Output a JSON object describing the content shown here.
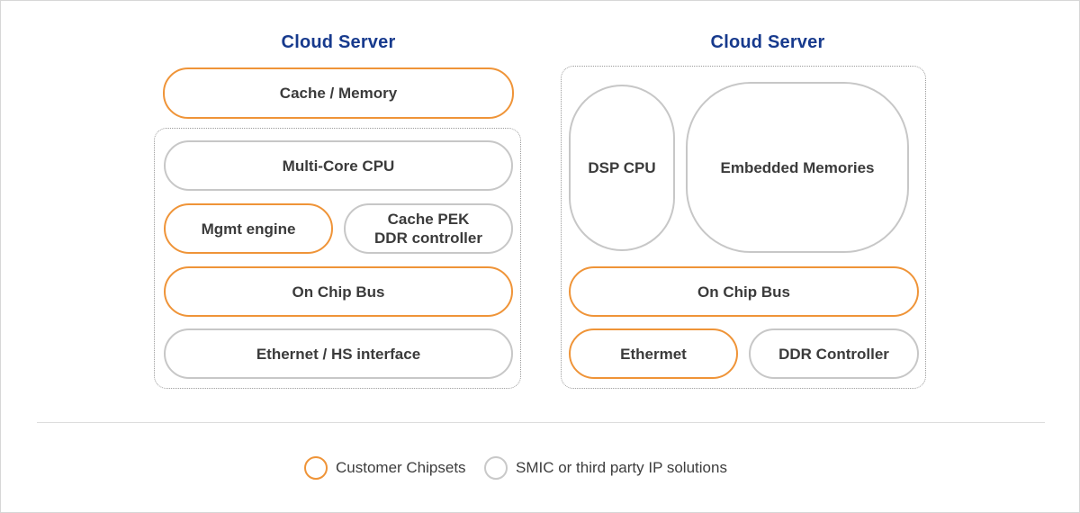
{
  "colors": {
    "customer_chipset_accent": "#EF9438",
    "smic_third_party_accent": "#C9C9C9",
    "server_title_blue": "#173A8D",
    "node_text": "#3b3b3b",
    "divider_gray": "#dddddd"
  },
  "servers": [
    {
      "title": "Cloud Server",
      "blocks": [
        {
          "label": "Cache / Memory",
          "type": "customer-chipset"
        },
        {
          "label": "Multi-Core CPU",
          "type": "smic-or-third-party"
        },
        {
          "label": "Mgmt engine",
          "type": "customer-chipset"
        },
        {
          "label_line1": "Cache PEK",
          "label_line2": "DDR controller",
          "type": "smic-or-third-party"
        },
        {
          "label": "On Chip Bus",
          "type": "customer-chipset"
        },
        {
          "label": "Ethernet / HS interface",
          "type": "smic-or-third-party"
        }
      ]
    },
    {
      "title": "Cloud Server",
      "blocks": [
        {
          "label": "DSP CPU",
          "type": "smic-or-third-party"
        },
        {
          "label": "Embedded Memories",
          "type": "smic-or-third-party"
        },
        {
          "label": "On Chip Bus",
          "type": "customer-chipset"
        },
        {
          "label": "Ethermet",
          "type": "customer-chipset"
        },
        {
          "label": "DDR Controller",
          "type": "smic-or-third-party"
        }
      ]
    }
  ],
  "legend": {
    "items": [
      {
        "label": "Customer Chipsets",
        "ring_color": "#EF9438"
      },
      {
        "label": "SMIC or third party IP solutions",
        "ring_color": "#C9C9C9"
      }
    ]
  }
}
